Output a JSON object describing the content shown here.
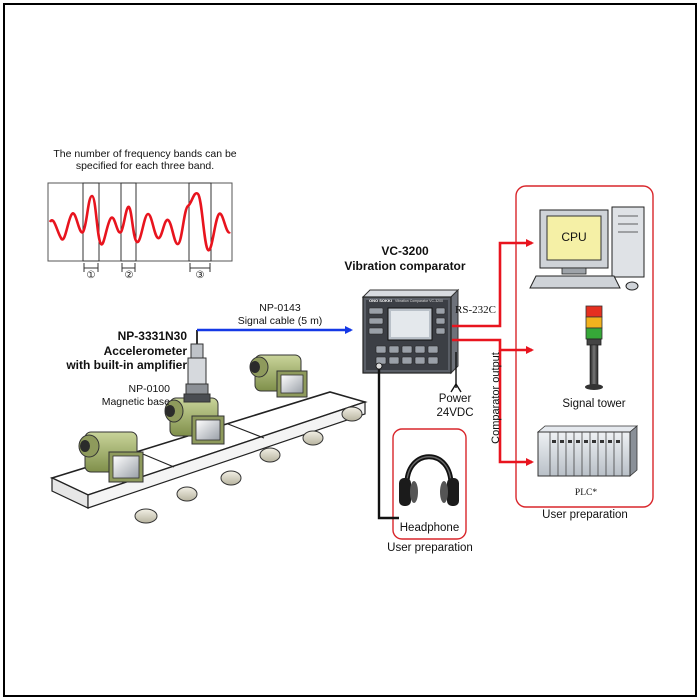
{
  "band_note": {
    "line1": "The number of frequency bands can be",
    "line2": "specified for each  three band."
  },
  "band_markers": [
    "①",
    "②",
    "③"
  ],
  "sensor": {
    "model": "NP-3331N30",
    "title_line1": "Accelerometer",
    "title_line2": "with built-in amplifier"
  },
  "base": {
    "model": "NP-0100",
    "label": "Magnetic base"
  },
  "cable": {
    "model": "NP-0143",
    "label": "Signal cable (5 m)"
  },
  "comparator": {
    "model": "VC-3200",
    "label": "Vibration comparator",
    "brand": "ONO SOKKI",
    "panel_text": "Vibration Comparator VC-3200"
  },
  "rs232c": "RS-232C",
  "power": {
    "line1": "Power",
    "line2": "24VDC"
  },
  "comparator_output": "Comparator output",
  "cpu": "CPU",
  "signal_tower": "Signal tower",
  "plc": "PLC*",
  "user_prep_right": "User preparation",
  "headphone": "Headphone",
  "user_prep_bottom": "User preparation",
  "colors": {
    "frame": "#000000",
    "waveform": "#e8141e",
    "signal_cable": "#1438e6",
    "output_arrows": "#e8141e",
    "callout_border": "#d9262b",
    "cpu_screen": "#f5f0a6",
    "tower_red": "#e53020",
    "tower_amber": "#f2b21e",
    "tower_green": "#36a838"
  }
}
